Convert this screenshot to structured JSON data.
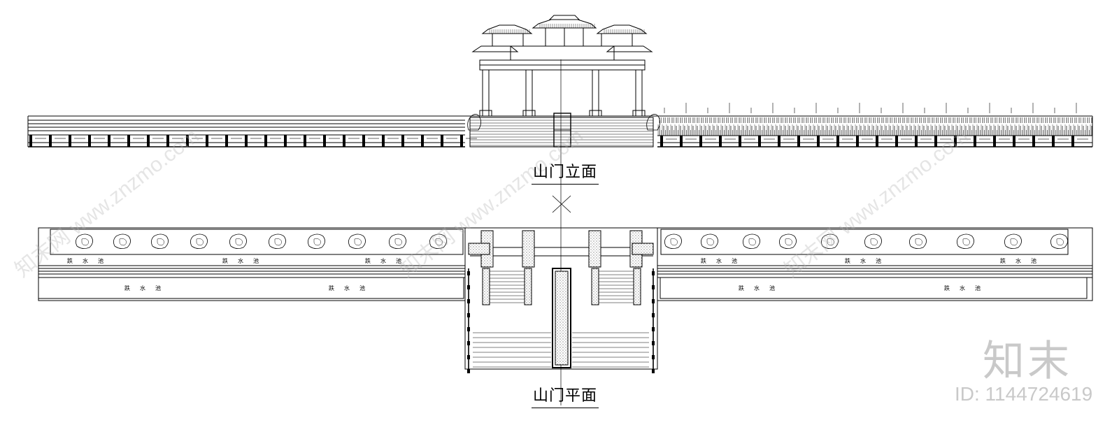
{
  "drawing": {
    "elevation_title": "山门立面",
    "plan_title": "山门平面",
    "pool_label": "跌水池"
  },
  "watermark": {
    "logo": "知末",
    "id_text": "ID: 1144724619",
    "diagonal_text": "知末网 www.znzmo.com"
  },
  "colors": {
    "line": "#000000",
    "watermark": "#c9c9c9",
    "background": "#ffffff"
  }
}
